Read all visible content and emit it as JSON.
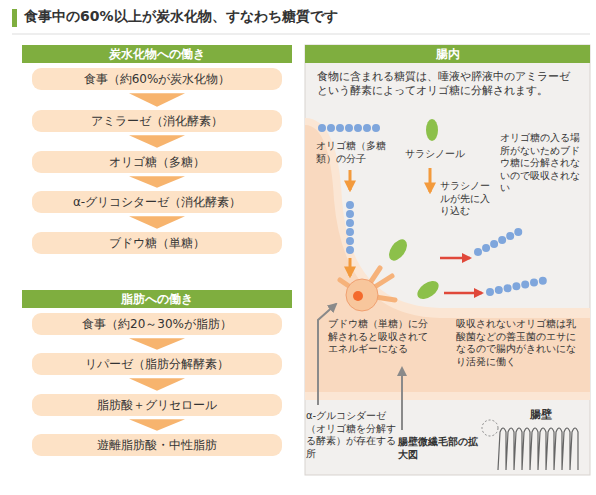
{
  "diagram": {
    "title": "食事中の60%以上が炭水化物、すなわち糖質です",
    "nodes": [
      {
        "text": [
          "炭水化物への働き"
        ]
      },
      {
        "text": [
          "食事（約60%が炭水化物）"
        ]
      },
      {
        "text": [
          "アミラーゼ（消化酵素）"
        ]
      },
      {
        "text": [
          "オリゴ糖（多糖）"
        ]
      },
      {
        "text": [
          "α-グリコシターゼ（消化酵素）"
        ]
      },
      {
        "text": [
          "ブドウ糖（単糖）"
        ]
      },
      {
        "text": [
          "脂肪への働き"
        ]
      },
      {
        "text": [
          "食事（約20～30%が脂肪）"
        ]
      },
      {
        "text": [
          "リパーゼ（脂肪分解酵素）"
        ]
      },
      {
        "text": [
          "脂肪酸＋グリセロール"
        ]
      },
      {
        "text": [
          "遊離脂肪酸・中性脂肪"
        ]
      },
      {
        "text": [
          "腸内",
          "食物に含まれる糖質は、唾液や膵液中のアミラーゼという酵素によってオリゴ糖に分解されます。"
        ]
      }
    ],
    "edges": [
      {
        "from": 1,
        "to": 2,
        "arrow": "to"
      },
      {
        "from": 2,
        "to": 3,
        "arrow": "to"
      },
      {
        "from": 3,
        "to": 4,
        "arrow": "to"
      },
      {
        "from": 4,
        "to": 5,
        "arrow": "to"
      },
      {
        "from": 7,
        "to": 8,
        "arrow": "to"
      },
      {
        "from": 8,
        "to": 9,
        "arrow": "to"
      },
      {
        "from": 9,
        "to": 10,
        "arrow": "to"
      }
    ],
    "labels": [
      "オリゴ糖（多糖類）の分子",
      "サラシノール",
      "サラシノールが先に入り込む",
      "オリゴ糖の入る場所がないためブドウ糖に分解されないので吸収されない",
      "ブドウ糖（単糖）に分解されると吸収されてエネルギーになる",
      "吸収されないオリゴ糖は乳酸菌などの善玉菌のエサになるので腸内がきれいになり活発に働く",
      "α-グルコシダーゼ（オリゴ糖を分解する酵素）が存在する所",
      "腸壁微繊毛部の拡大図",
      "腸壁"
    ]
  }
}
